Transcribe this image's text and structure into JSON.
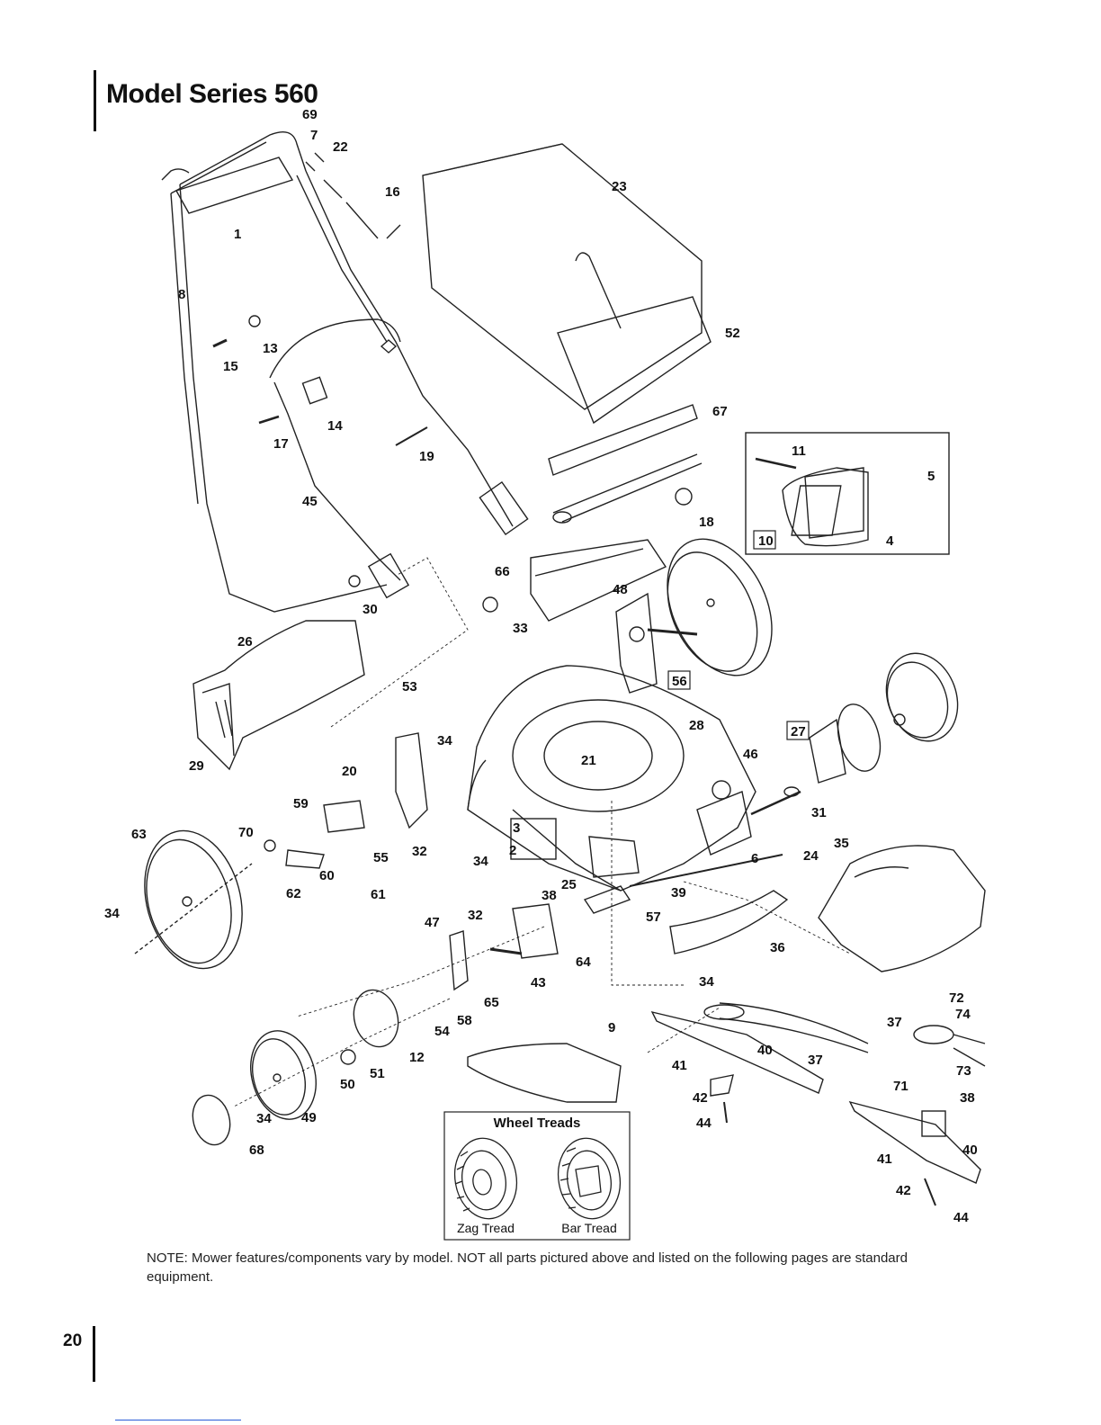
{
  "title": "Model Series 560",
  "note": "NOTE: Mower features/components vary by model. NOT all parts pictured above and listed on the following pages are standard equipment.",
  "page_number": "20",
  "wheel_treads": {
    "title": "Wheel Treads",
    "zag": "Zag Tread",
    "bar": "Bar Tread"
  },
  "boxed_labels": [
    "10",
    "56",
    "27"
  ],
  "callouts": [
    "69",
    "7",
    "22",
    "16",
    "1",
    "23",
    "8",
    "13",
    "15",
    "14",
    "17",
    "19",
    "45",
    "52",
    "67",
    "11",
    "5",
    "4",
    "18",
    "66",
    "48",
    "30",
    "33",
    "26",
    "29",
    "53",
    "34",
    "28",
    "21",
    "46",
    "20",
    "59",
    "3",
    "2",
    "32",
    "55",
    "34",
    "31",
    "63",
    "70",
    "60",
    "62",
    "61",
    "24",
    "35",
    "6",
    "25",
    "38",
    "39",
    "57",
    "47",
    "32",
    "64",
    "43",
    "34",
    "36",
    "65",
    "58",
    "54",
    "12",
    "9",
    "72",
    "74",
    "37",
    "73",
    "40",
    "37",
    "41",
    "71",
    "38",
    "51",
    "50",
    "49",
    "34",
    "68",
    "42",
    "44",
    "40",
    "41",
    "42",
    "44",
    "34"
  ]
}
